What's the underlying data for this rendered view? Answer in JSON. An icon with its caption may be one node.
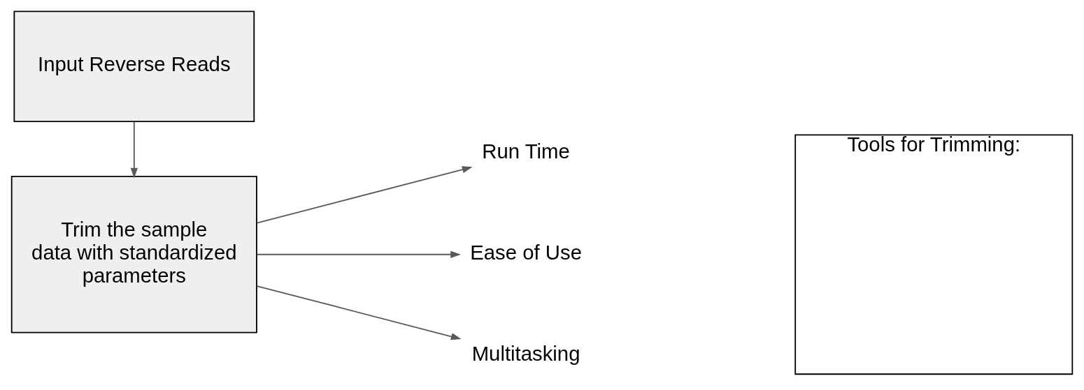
{
  "diagram": {
    "nodes": [
      {
        "text": [
          "Trim the sample data with standardized parameters"
        ]
      },
      {
        "text": [
          "Input Reverse Reads"
        ]
      },
      {
        "text": [
          "Run Time"
        ]
      },
      {
        "text": [
          "Ease of Use"
        ]
      },
      {
        "text": [
          "Multitasking"
        ]
      },
      {
        "text": [
          "Tools for Trimming:"
        ]
      }
    ],
    "edges": [
      {
        "from": 1,
        "to": 0,
        "arrow": "to"
      },
      {
        "from": 0,
        "to": 2,
        "arrow": "to"
      },
      {
        "from": 0,
        "to": 3,
        "arrow": "to"
      },
      {
        "from": 0,
        "to": 4,
        "arrow": "to"
      }
    ]
  }
}
